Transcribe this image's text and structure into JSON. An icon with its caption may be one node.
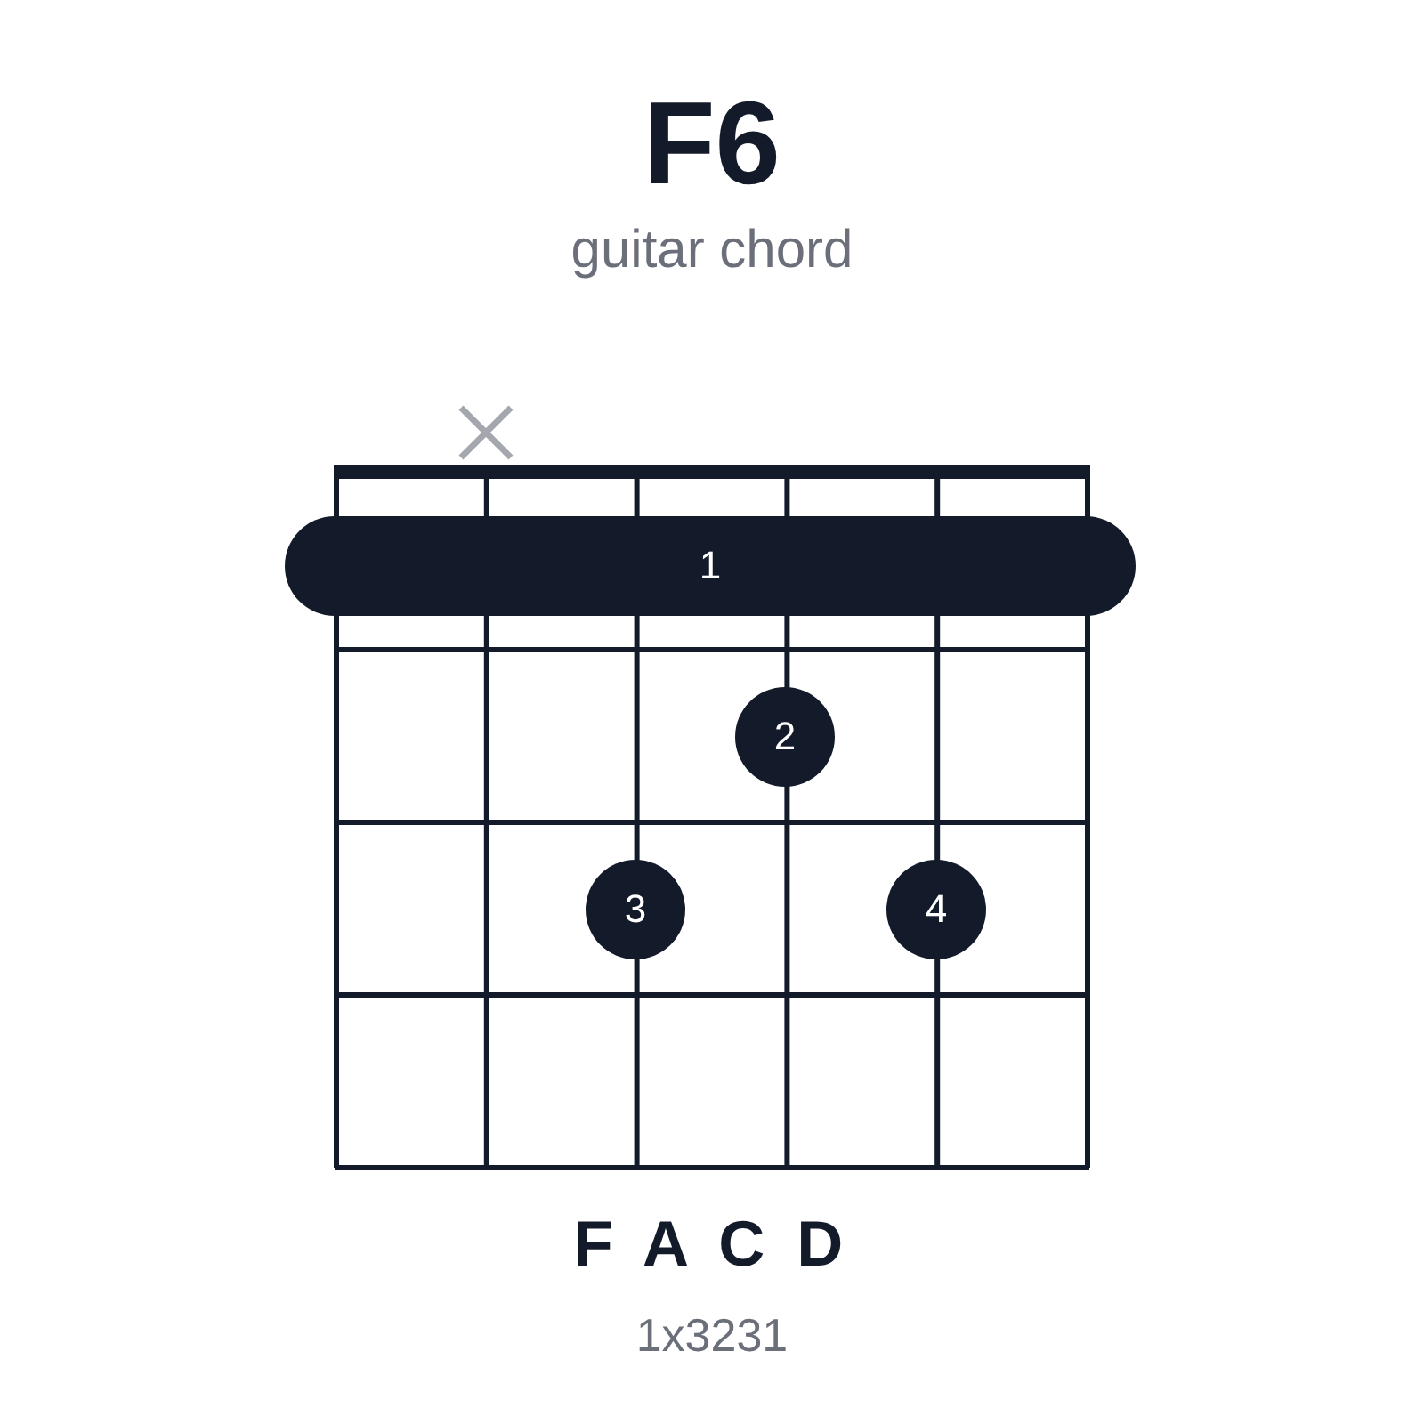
{
  "diagram": {
    "title": "F6",
    "nodes": [
      {
        "text": [
          "1"
        ]
      },
      {
        "text": [
          "2"
        ]
      },
      {
        "text": [
          "3"
        ]
      },
      {
        "text": [
          "4"
        ]
      }
    ],
    "labels": [
      "guitar chord",
      "F A C D",
      "1x3231"
    ]
  }
}
